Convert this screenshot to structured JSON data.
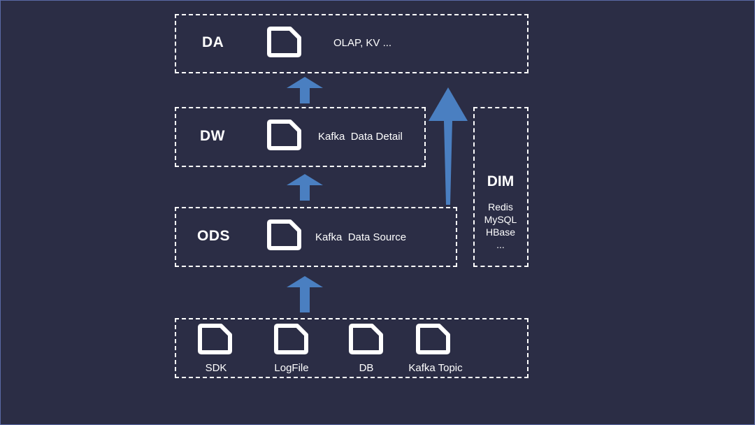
{
  "layers": {
    "da": {
      "title": "DA",
      "desc": "OLAP, KV ..."
    },
    "dw": {
      "title": "DW",
      "desc": "Kafka  Data Detail"
    },
    "ods": {
      "title": "ODS",
      "desc": "Kafka  Data Source"
    }
  },
  "sources": [
    {
      "label": "SDK"
    },
    {
      "label": "LogFile"
    },
    {
      "label": "DB"
    },
    {
      "label": "Kafka Topic"
    }
  ],
  "dim": {
    "title": "DIM",
    "items": [
      "Redis",
      "MySQL",
      "HBase",
      "..."
    ]
  },
  "colors": {
    "background": "#2b2d45",
    "arrow": "#4a7fc1",
    "border": "#ffffff"
  },
  "icons": {
    "layer_icon": "document-icon",
    "source_icon": "document-icon"
  }
}
